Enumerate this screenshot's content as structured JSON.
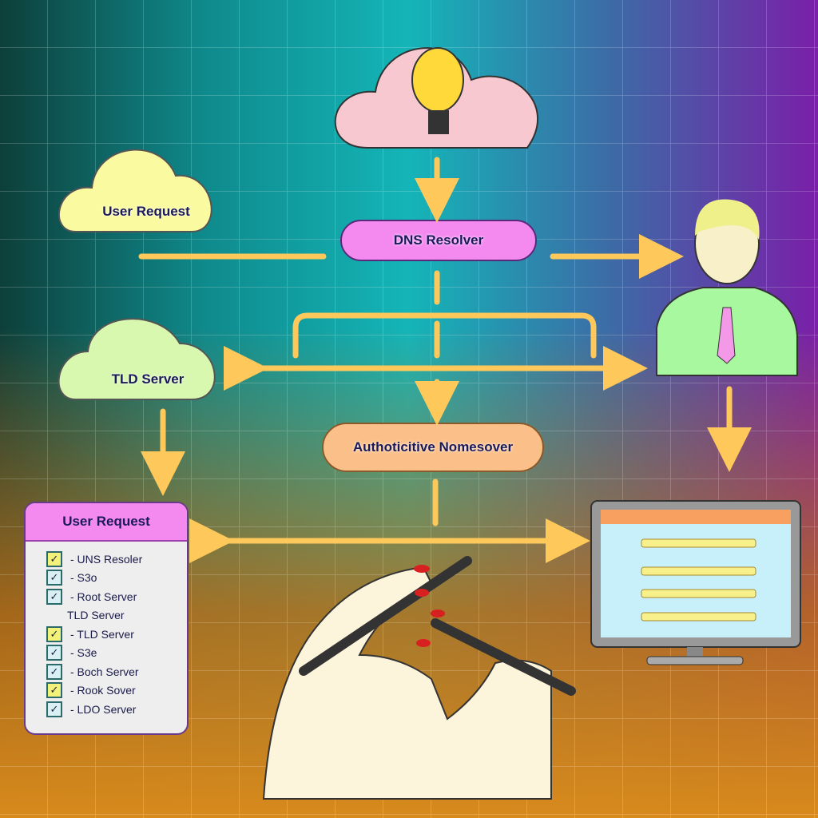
{
  "nodes": {
    "top_cloud_icon": "lightbulb-icon",
    "user_request": "User Request",
    "dns_resolver": "DNS Resolver",
    "tld_server": "TLD Server",
    "authoritative": "Authoticitive Nomesover",
    "user_icon": "person-icon",
    "monitor_icon": "monitor-icon",
    "hands_icon": "hands-writing-icon"
  },
  "checklist": {
    "title": "User Request",
    "items": [
      {
        "label": "- UNS Resoler",
        "checked": true,
        "style": "yellow"
      },
      {
        "label": "- S3o",
        "checked": true,
        "style": "blue"
      },
      {
        "label": "- Root Server",
        "checked": true,
        "style": "blue"
      },
      {
        "label": "TLD Server",
        "checked": false,
        "style": "none"
      },
      {
        "label": "- TLD Server",
        "checked": true,
        "style": "yellow"
      },
      {
        "label": "- S3e",
        "checked": true,
        "style": "blue"
      },
      {
        "label": "- Boch Server",
        "checked": true,
        "style": "blue"
      },
      {
        "label": "- Rook Sover",
        "checked": true,
        "style": "yellow"
      },
      {
        "label": "- LDO Server",
        "checked": true,
        "style": "blue"
      }
    ]
  },
  "colors": {
    "arrow": "#ffc85a",
    "resolver": "#f48af0",
    "auth": "#fbc08a",
    "tld": "#d8f8b0",
    "user_cloud": "#fafaa0",
    "top_cloud": "#f8c8d0"
  }
}
